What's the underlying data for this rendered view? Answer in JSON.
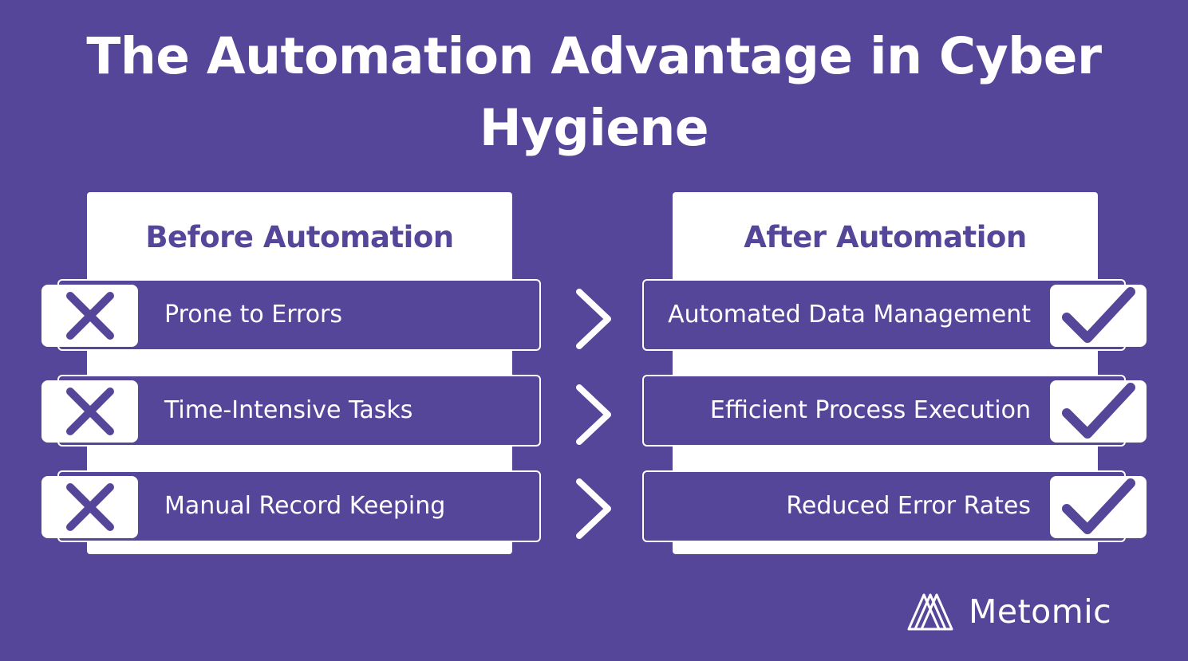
{
  "title": "The Automation Advantage in Cyber Hygiene",
  "before": {
    "heading": "Before Automation",
    "icon": "x-icon",
    "items": [
      "Prone to Errors",
      "Time-Intensive Tasks",
      "Manual Record Keeping"
    ]
  },
  "after": {
    "heading": "After Automation",
    "icon": "checkmark-icon",
    "items": [
      "Automated Data Management",
      "Efficient Process Execution",
      "Reduced Error Rates"
    ]
  },
  "arrow_icon": "chevron-right-icon",
  "brand": {
    "name": "Metomic",
    "icon": "metomic-logo-icon"
  },
  "colors": {
    "background": "#56469a",
    "card": "#ffffff",
    "text": "#ffffff"
  }
}
